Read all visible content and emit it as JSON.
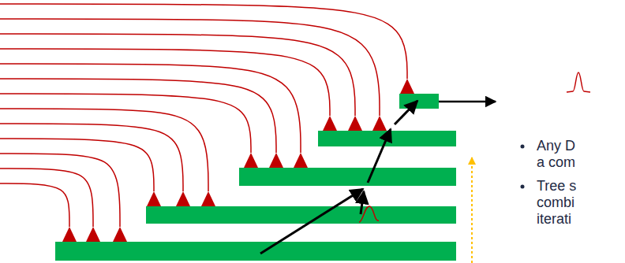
{
  "diagram": {
    "labels": [
      "Any D",
      "a com",
      "Tree s",
      "combi",
      "iterati"
    ]
  }
}
